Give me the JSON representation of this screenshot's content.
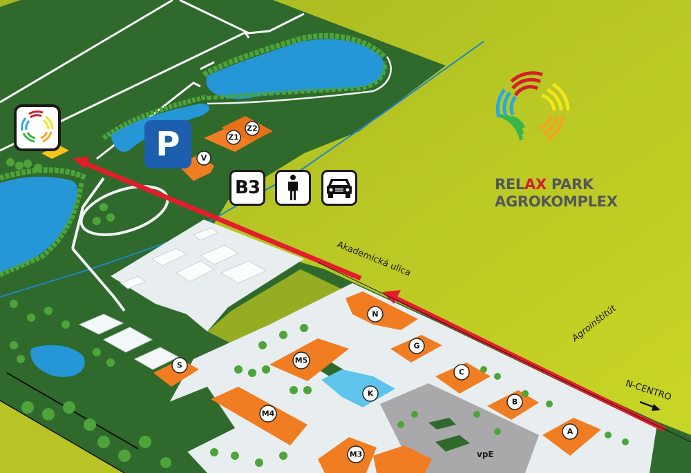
{
  "map": {
    "title": "RELAX PARK AGROKOMPLEX",
    "brand": {
      "line1_prefix": "REL",
      "line1_accent": "AX",
      "line1_suffix": " PARK",
      "line2": "AGROKOMPLEX",
      "accent_color": "#d21f2b",
      "text_color": "#55565a"
    },
    "roads": {
      "akademicka": "Akademická ulica",
      "agroinstitut": "Agroinštitút",
      "ncentro": "N-CENTRO"
    },
    "amenities": [
      {
        "id": "b3",
        "label": "B3",
        "icon": "bus-stop-b3"
      },
      {
        "id": "toilet",
        "label": "",
        "icon": "person-icon"
      },
      {
        "id": "car",
        "label": "",
        "icon": "car-icon"
      }
    ],
    "parking": {
      "label": "P",
      "color": "#1d5fae"
    },
    "buildings": [
      {
        "id": "Z1",
        "label": "Z1"
      },
      {
        "id": "Z2",
        "label": "Z2"
      },
      {
        "id": "V",
        "label": "V"
      },
      {
        "id": "N",
        "label": "N"
      },
      {
        "id": "G",
        "label": "G"
      },
      {
        "id": "C",
        "label": "C"
      },
      {
        "id": "B",
        "label": "B"
      },
      {
        "id": "A",
        "label": "A"
      },
      {
        "id": "M5",
        "label": "M5"
      },
      {
        "id": "K",
        "label": "K"
      },
      {
        "id": "M4",
        "label": "M4"
      },
      {
        "id": "M3",
        "label": "M3"
      },
      {
        "id": "S",
        "label": "S"
      }
    ],
    "areas": {
      "vpe": "vpE"
    },
    "colors": {
      "background": "#b5c424",
      "grass": "#2f6a2c",
      "water": "#2596d6",
      "building_orange": "#f07d22",
      "building_blue": "#5ec4ec",
      "route_red": "#e41d2a",
      "paved": "#e8eef0",
      "lot_gray": "#a9a9ab"
    }
  }
}
